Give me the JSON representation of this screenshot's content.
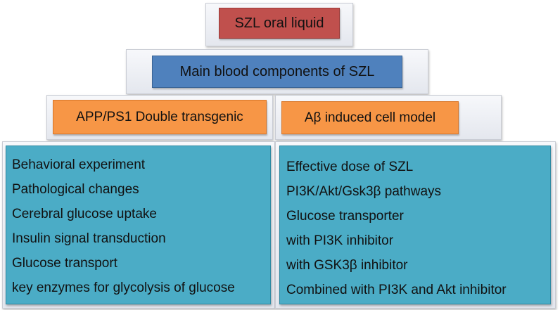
{
  "top_box": {
    "label": "SZL oral liquid"
  },
  "blood_box": {
    "label": "Main blood components of SZL"
  },
  "left_header": {
    "label": "APP/PS1 Double transgenic"
  },
  "right_header": {
    "label": "Aβ induced cell model"
  },
  "left_list": {
    "items": [
      "Behavioral experiment",
      "Pathological changes",
      "Cerebral glucose uptake",
      "Insulin signal transduction",
      "Glucose transport",
      "key enzymes for glycolysis of glucose"
    ]
  },
  "right_list": {
    "items": [
      "Effective dose of SZL",
      "PI3K/Akt/Gsk3β pathways",
      "Glucose transporter",
      "with PI3K inhibitor",
      "with GSK3β inhibitor",
      "Combined with PI3K and Akt inhibitor"
    ]
  },
  "colors": {
    "top_box": "#c0504d",
    "blood_box": "#4f81bd",
    "header_boxes": "#f79646",
    "list_boxes": "#4bacc6"
  }
}
